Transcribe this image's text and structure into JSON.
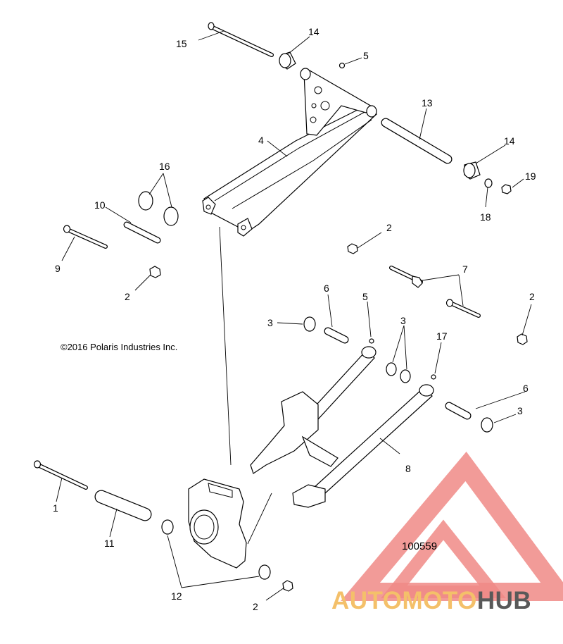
{
  "copyright": "©2016 Polaris Industries Inc.",
  "document_number": "100559",
  "watermark": {
    "part1": "AUTOMOTO",
    "part2": "HUB",
    "colors": {
      "triangle": "#f08a86",
      "accent": "#f4c06a",
      "dark": "#595959"
    }
  },
  "callouts": {
    "c15": "15",
    "c14a": "14",
    "c5a": "5",
    "c4": "4",
    "c13": "13",
    "c14b": "14",
    "c19": "19",
    "c18": "18",
    "c16": "16",
    "c10": "10",
    "c9": "9",
    "c2a": "2",
    "c2b": "2",
    "c7": "7",
    "c6a": "6",
    "c5b": "5",
    "c3a": "3",
    "c3b": "3",
    "c17": "17",
    "c2c": "2",
    "c6b": "6",
    "c3c": "3",
    "c8": "8",
    "c1": "1",
    "c11": "11",
    "c12": "12",
    "c2d": "2"
  }
}
